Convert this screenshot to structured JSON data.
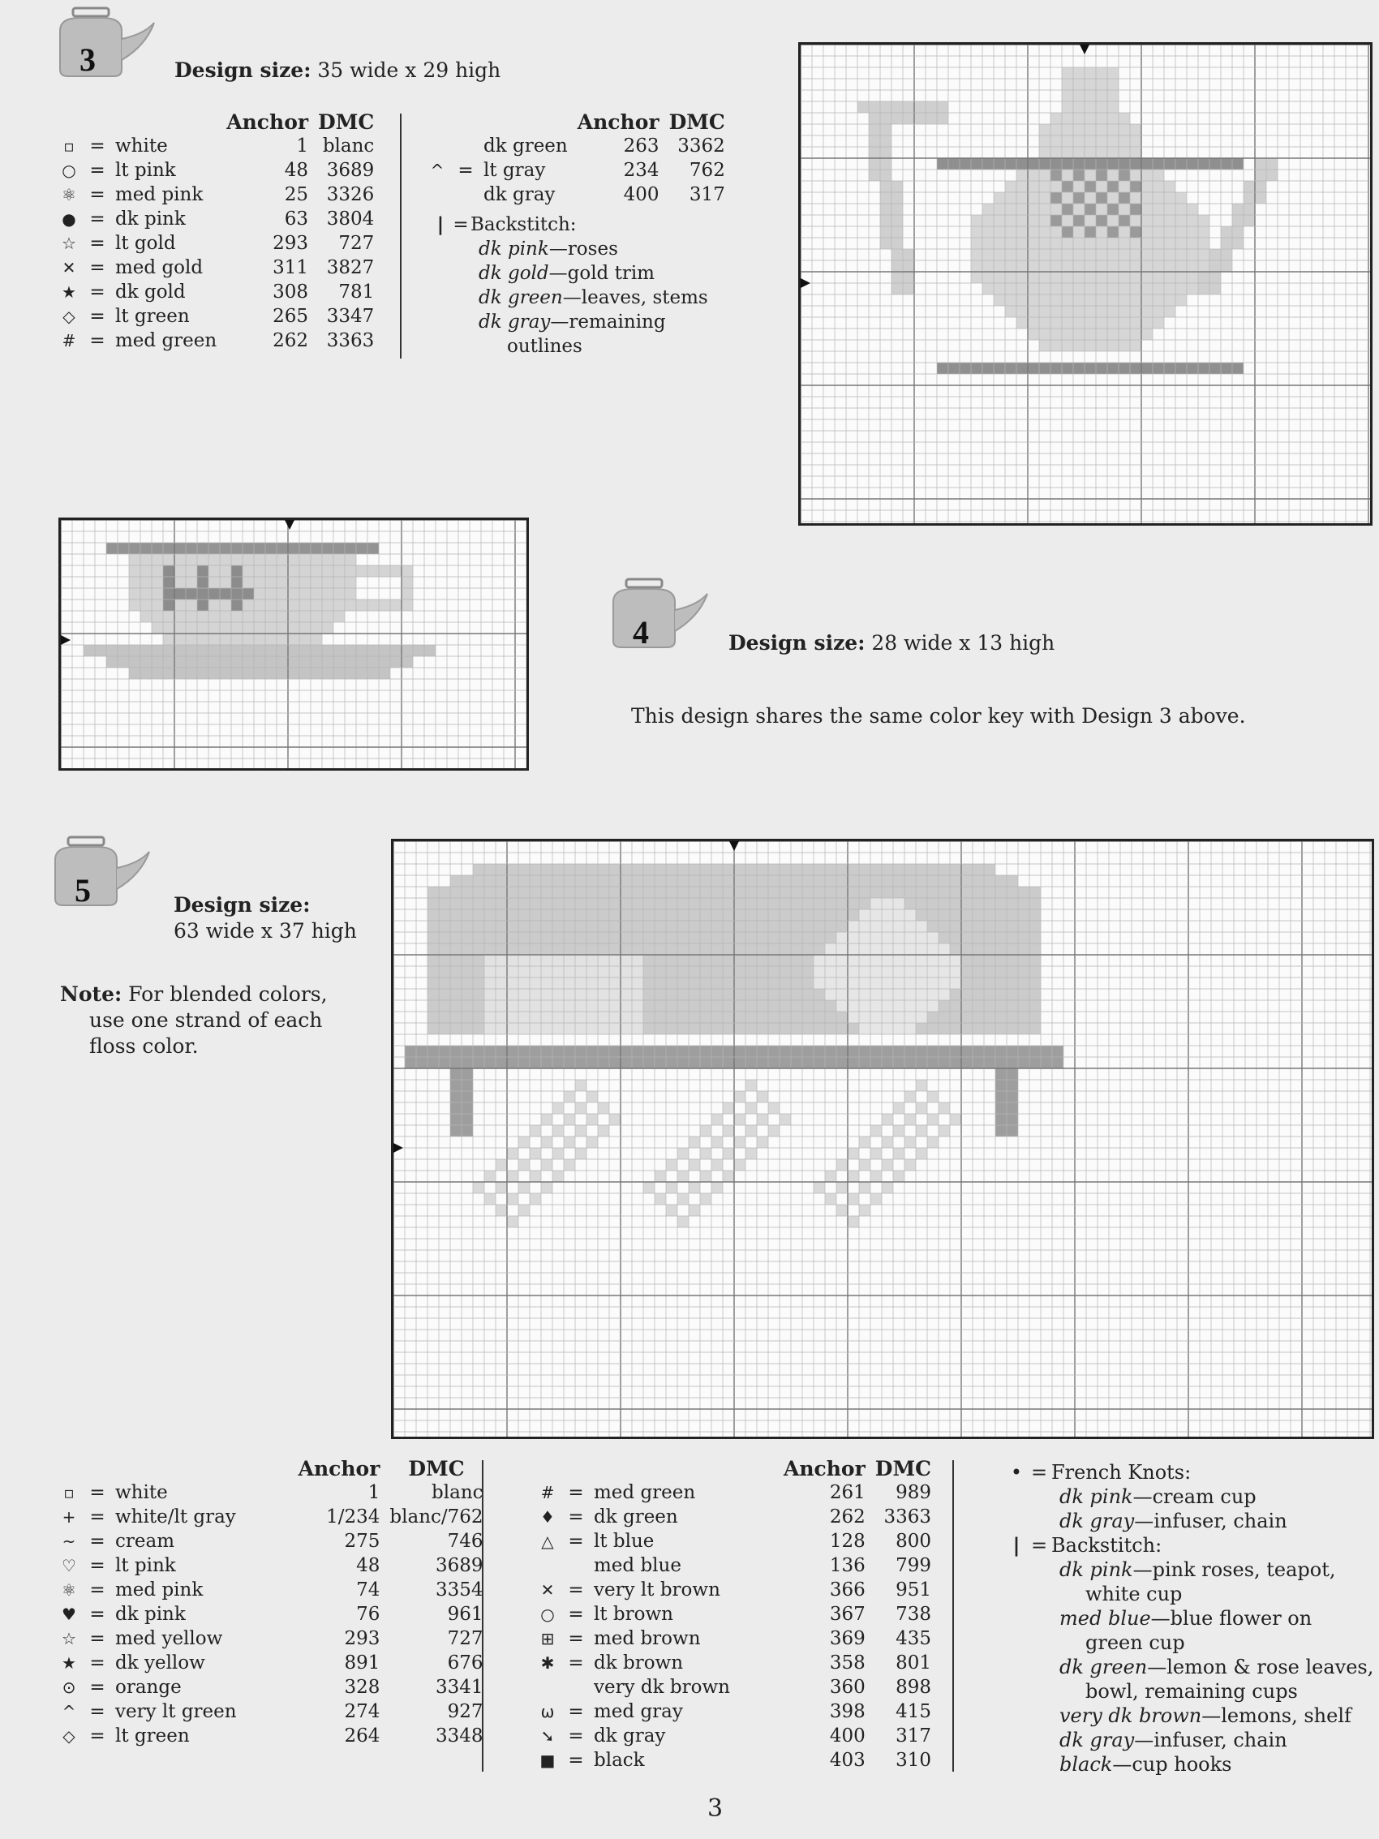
{
  "design3": {
    "number": "3",
    "size_label": "Design size:",
    "size_value": "35 wide x 29 high",
    "headers": {
      "anchor": "Anchor",
      "dmc": "DMC"
    },
    "colors_left": [
      {
        "symbol": "▫",
        "name": "white",
        "anchor": "1",
        "dmc": "blanc"
      },
      {
        "symbol": "○",
        "name": "lt pink",
        "anchor": "48",
        "dmc": "3689"
      },
      {
        "symbol": "⚛",
        "name": "med pink",
        "anchor": "25",
        "dmc": "3326"
      },
      {
        "symbol": "●",
        "name": "dk pink",
        "anchor": "63",
        "dmc": "3804"
      },
      {
        "symbol": "☆",
        "name": "lt gold",
        "anchor": "293",
        "dmc": "727"
      },
      {
        "symbol": "✕",
        "name": "med gold",
        "anchor": "311",
        "dmc": "3827"
      },
      {
        "symbol": "★",
        "name": "dk gold",
        "anchor": "308",
        "dmc": "781"
      },
      {
        "symbol": "◇",
        "name": "lt green",
        "anchor": "265",
        "dmc": "3347"
      },
      {
        "symbol": "#",
        "name": "med green",
        "anchor": "262",
        "dmc": "3363"
      }
    ],
    "colors_right": [
      {
        "symbol": "",
        "name": "dk green",
        "anchor": "263",
        "dmc": "3362"
      },
      {
        "symbol": "^",
        "name": "lt gray",
        "anchor": "234",
        "dmc": "762"
      },
      {
        "symbol": "",
        "name": "dk gray",
        "anchor": "400",
        "dmc": "317"
      }
    ],
    "backstitch_symbol": "|",
    "backstitch_label": "Backstitch:",
    "backstitch": [
      {
        "color": "dk pink",
        "text": "—roses"
      },
      {
        "color": "dk gold",
        "text": "—gold trim"
      },
      {
        "color": "dk green",
        "text": "—leaves, stems"
      },
      {
        "color": "dk gray",
        "text": "—remaining"
      }
    ],
    "backstitch_cont": "outlines"
  },
  "design4": {
    "number": "4",
    "size_label": "Design size:",
    "size_value": "28 wide x 13 high",
    "note": "This design shares the same color key with Design 3 above."
  },
  "design5": {
    "number": "5",
    "size_label": "Design size:",
    "size_value": "63 wide x 37 high",
    "note_label": "Note:",
    "note_line1": "For blended colors,",
    "note_line2": "use one strand of each",
    "note_line3": "floss color.",
    "headers": {
      "anchor": "Anchor",
      "dmc": "DMC"
    },
    "colors_left": [
      {
        "symbol": "▫",
        "name": "white",
        "anchor": "1",
        "dmc": "blanc"
      },
      {
        "symbol": "+",
        "name": "white/lt gray",
        "anchor": "1/234",
        "dmc": "blanc/762"
      },
      {
        "symbol": "~",
        "name": "cream",
        "anchor": "275",
        "dmc": "746"
      },
      {
        "symbol": "♡",
        "name": "lt pink",
        "anchor": "48",
        "dmc": "3689"
      },
      {
        "symbol": "⚛",
        "name": "med pink",
        "anchor": "74",
        "dmc": "3354"
      },
      {
        "symbol": "♥",
        "name": "dk pink",
        "anchor": "76",
        "dmc": "961"
      },
      {
        "symbol": "☆",
        "name": "med yellow",
        "anchor": "293",
        "dmc": "727"
      },
      {
        "symbol": "★",
        "name": "dk yellow",
        "anchor": "891",
        "dmc": "676"
      },
      {
        "symbol": "⊙",
        "name": "orange",
        "anchor": "328",
        "dmc": "3341"
      },
      {
        "symbol": "^",
        "name": "very lt green",
        "anchor": "274",
        "dmc": "927"
      },
      {
        "symbol": "◇",
        "name": "lt green",
        "anchor": "264",
        "dmc": "3348"
      }
    ],
    "colors_mid": [
      {
        "symbol": "#",
        "name": "med green",
        "anchor": "261",
        "dmc": "989"
      },
      {
        "symbol": "♦",
        "name": "dk green",
        "anchor": "262",
        "dmc": "3363"
      },
      {
        "symbol": "△",
        "name": "lt blue",
        "anchor": "128",
        "dmc": "800"
      },
      {
        "symbol": "",
        "name": "med blue",
        "anchor": "136",
        "dmc": "799"
      },
      {
        "symbol": "✕",
        "name": "very lt brown",
        "anchor": "366",
        "dmc": "951"
      },
      {
        "symbol": "○",
        "name": "lt brown",
        "anchor": "367",
        "dmc": "738"
      },
      {
        "symbol": "⊞",
        "name": "med brown",
        "anchor": "369",
        "dmc": "435"
      },
      {
        "symbol": "✱",
        "name": "dk brown",
        "anchor": "358",
        "dmc": "801"
      },
      {
        "symbol": "",
        "name": "very dk brown",
        "anchor": "360",
        "dmc": "898"
      },
      {
        "symbol": "ω",
        "name": "med gray",
        "anchor": "398",
        "dmc": "415"
      },
      {
        "symbol": "➘",
        "name": "dk gray",
        "anchor": "400",
        "dmc": "317"
      },
      {
        "symbol": "■",
        "name": "black",
        "anchor": "403",
        "dmc": "310"
      }
    ],
    "french_symbol": "•",
    "french_label": "French Knots:",
    "french": [
      {
        "color": "dk pink",
        "text": "—cream cup"
      },
      {
        "color": "dk gray",
        "text": "—infuser, chain"
      }
    ],
    "backstitch_symbol": "|",
    "backstitch_label": "Backstitch:",
    "backstitch_lines": [
      {
        "color": "dk pink",
        "text": "—pink roses, teapot,"
      },
      {
        "color": "",
        "text": "white cup"
      },
      {
        "color": "med blue",
        "text": "—blue flower on"
      },
      {
        "color": "",
        "text": "green cup"
      },
      {
        "color": "dk green",
        "text": "—lemon & rose leaves,"
      },
      {
        "color": "",
        "text": "bowl, remaining cups"
      },
      {
        "color": "very dk brown",
        "text": "—lemons, shelf"
      },
      {
        "color": "dk gray",
        "text": "—infuser, chain"
      },
      {
        "color": "black",
        "text": "—cup hooks"
      }
    ]
  },
  "page_number": "3"
}
